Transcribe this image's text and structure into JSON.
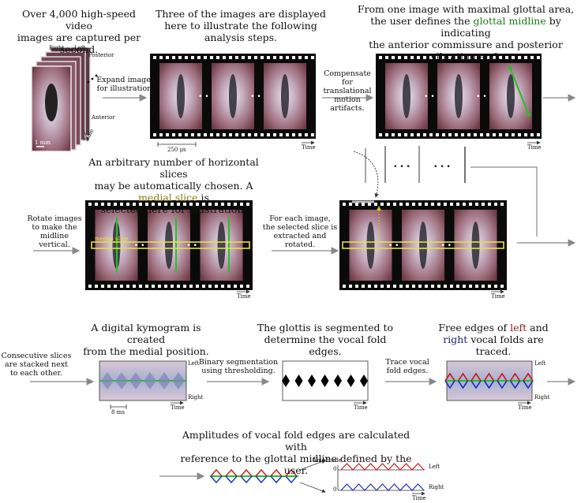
{
  "captions": {
    "capture": [
      "Over 4,000 high-speed video",
      "images are captured per second."
    ],
    "three_images": [
      "Three of the images are displayed",
      "here to illustrate the following analysis steps."
    ],
    "midline": {
      "line1": "From one image with maximal glottal area,",
      "line2_pre": "the user defines the ",
      "line2_hl": "glottal midline",
      "line2_post": " by indicating",
      "line3": "the anterior commissure and posterior vibrating end."
    },
    "slices": {
      "line1": "An arbitrary number of horizontal slices",
      "line2": "may be automatically chosen. A ",
      "line2_hl": "medial slice",
      "line2_post": " is",
      "line3": "selected here for illustration."
    },
    "kymogram": [
      "A digital kymogram is created",
      "from the medial position."
    ],
    "glottis": [
      "The glottis is segmented to",
      "determine the vocal fold edges."
    ],
    "free_edges": {
      "line1_pre": "Free edges of ",
      "line1_hl": "left",
      "line1_post": " and",
      "line2_hl": "right",
      "line2_post": " vocal folds are traced."
    },
    "amplitudes": [
      "Amplitudes of vocal fold edges are calculated with",
      "reference to the glottal midline defined by the user."
    ]
  },
  "steps": {
    "expand": [
      "Expand images",
      "for illustration."
    ],
    "compensate": [
      "Compensate for",
      "translational",
      "motion artifacts."
    ],
    "rotate": [
      "Rotate images",
      "to make the",
      "midline vertical."
    ],
    "extract": [
      "For each image,",
      "the selected slice is",
      "extracted and rotated."
    ],
    "stack": [
      "Consecutive slices",
      "are stacked next",
      "to each other."
    ],
    "binary": [
      "Binary segmentation",
      "using thresholding."
    ],
    "trace": [
      "Trace vocal",
      "fold edges."
    ]
  },
  "labels": {
    "right": "Right",
    "left": "Left",
    "posterior": "Posterior",
    "anterior": "Anterior",
    "time": "Time",
    "scale_1mm": "1 mm",
    "scale_250us": "250 μs",
    "scale_8ms": "8 ms",
    "medial_slice": "medial slice",
    "ellipsis": "• • •",
    "amplitude": "Amplitude",
    "zero": "0",
    "kymo_left": "Left",
    "kymo_right": "Right",
    "amp_left": "Left",
    "amp_right": "Right"
  },
  "colors": {
    "midline": "#22c222",
    "slice": "#e8e23a",
    "left_edge": "#d01818",
    "right_edge": "#1a2fc8",
    "film": "#0a0a0a",
    "arrow": "#888888",
    "tissue": "#b58a93"
  }
}
